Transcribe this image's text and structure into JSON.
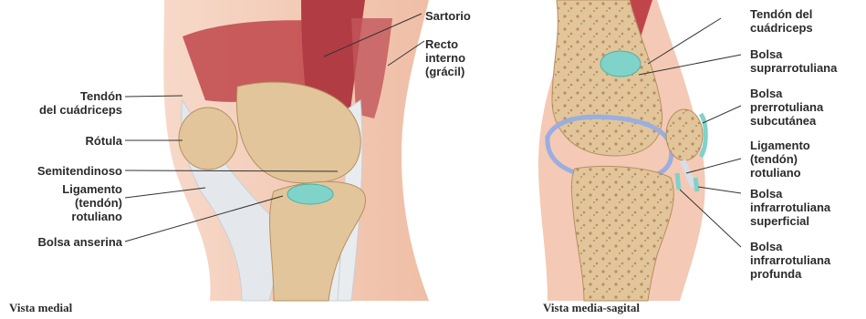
{
  "medial": {
    "caption": "Vista medial",
    "labels": {
      "sartorio": "Sartorio",
      "recto": [
        "Recto",
        "interno",
        "(grácil)"
      ],
      "tendon_cuadriceps": [
        "Tendón",
        "del cuádriceps"
      ],
      "rotula": "Rótula",
      "semitendinoso": "Semitendinoso",
      "ligamento": [
        "Ligamento",
        "(tendón)",
        "rotuliano"
      ],
      "bolsa_anserina": "Bolsa anserina"
    }
  },
  "sagital": {
    "caption": "Vista media-sagital",
    "labels": {
      "tendon_cuadriceps": [
        "Tendón del",
        "cuádriceps"
      ],
      "bolsa_suprarrotuliana": [
        "Bolsa",
        "suprarrotuliana"
      ],
      "bolsa_prerrotuliana": [
        "Bolsa",
        "prerrotuliana",
        "subcutánea"
      ],
      "ligamento": [
        "Ligamento",
        "(tendón)",
        "rotuliano"
      ],
      "bolsa_infra_superficial": [
        "Bolsa",
        "infrarrotuliana",
        "superficial"
      ],
      "bolsa_infra_profunda": [
        "Bolsa",
        "infrarrotuliana",
        "profunda"
      ]
    }
  },
  "colors": {
    "skin": "#f4c9b5",
    "muscle": "#c0454a",
    "bone": "#e2c59a",
    "tendon": "#e9ecef",
    "bursa": "#7fd3c9",
    "cartilage": "#b9c7ea"
  }
}
